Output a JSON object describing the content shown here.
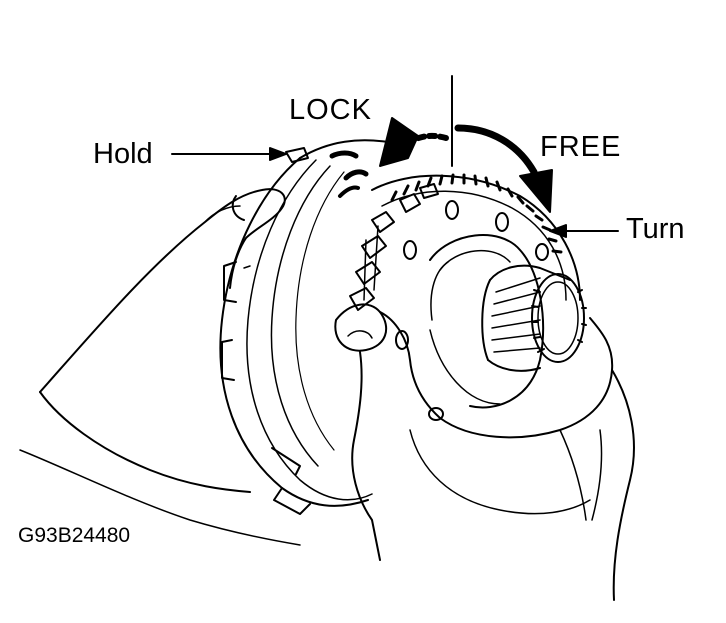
{
  "labels": {
    "lock": "LOCK",
    "free": "FREE",
    "hold": "Hold",
    "turn": "Turn",
    "figure_code": "G93B24480"
  },
  "colors": {
    "ink": "#000000",
    "paper": "#ffffff"
  }
}
